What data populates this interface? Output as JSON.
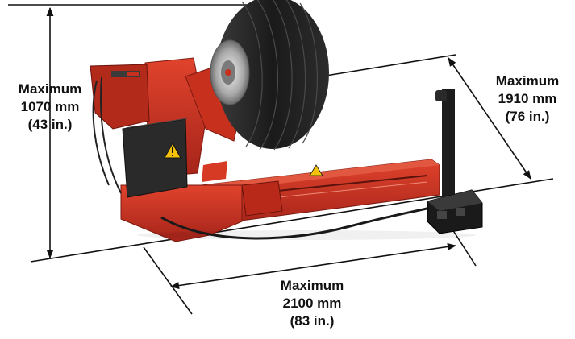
{
  "dimensions": {
    "height": {
      "line1": "Maximum",
      "line2": "1070 mm",
      "line3": "(43 in.)"
    },
    "depth": {
      "line1": "Maximum",
      "line2": "1910 mm",
      "line3": "(76 in.)"
    },
    "length": {
      "line1": "Maximum",
      "line2": "2100 mm",
      "line3": "(83 in.)"
    }
  },
  "colors": {
    "machine_red": "#c8301e",
    "machine_dark_red": "#8e1d12",
    "cabinet_black": "#2a2a2a",
    "tire_black": "#1c1c1c",
    "dimension_line": "#111111"
  },
  "icons": [
    "warning-triangle-icon"
  ]
}
